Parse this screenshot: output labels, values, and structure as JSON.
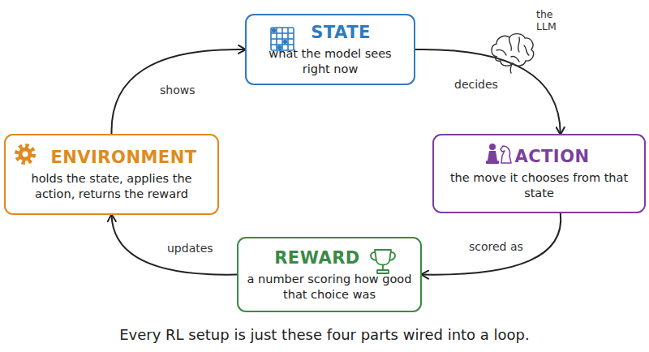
{
  "diagram": {
    "caption": "Every RL setup is just these four parts wired into a loop.",
    "nodes": [
      {
        "text": [
          "STATE",
          "what the model sees right now"
        ]
      },
      {
        "text": [
          "ENVIRONMENT",
          "holds the state, applies the action, returns the reward"
        ]
      },
      {
        "text": [
          "ACTION",
          "the move it chooses from that state"
        ]
      },
      {
        "text": [
          "REWARD",
          "a number scoring how good that choice was"
        ]
      }
    ],
    "edges": [
      {
        "from": 0,
        "to": 2,
        "arrow": "to",
        "label": "decides"
      },
      {
        "from": 2,
        "to": 3,
        "arrow": "to",
        "label": "scored as"
      },
      {
        "from": 3,
        "to": 1,
        "arrow": "to",
        "label": "updates"
      },
      {
        "from": 1,
        "to": 0,
        "arrow": "to",
        "label": "shows"
      }
    ],
    "labels": [
      "the LLM"
    ]
  }
}
